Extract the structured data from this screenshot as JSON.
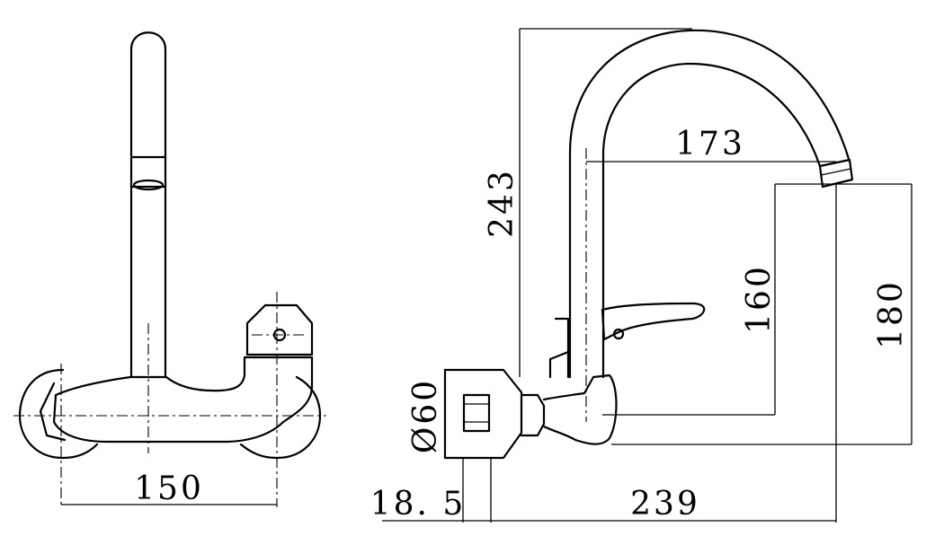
{
  "dimensions": {
    "width_150": "150",
    "height_243": "243",
    "reach_173": "173",
    "outlet_160": "160",
    "total_180": "180",
    "flange_60": "Ø60",
    "offset_18_5": "18. 5",
    "projection_239": "239"
  }
}
